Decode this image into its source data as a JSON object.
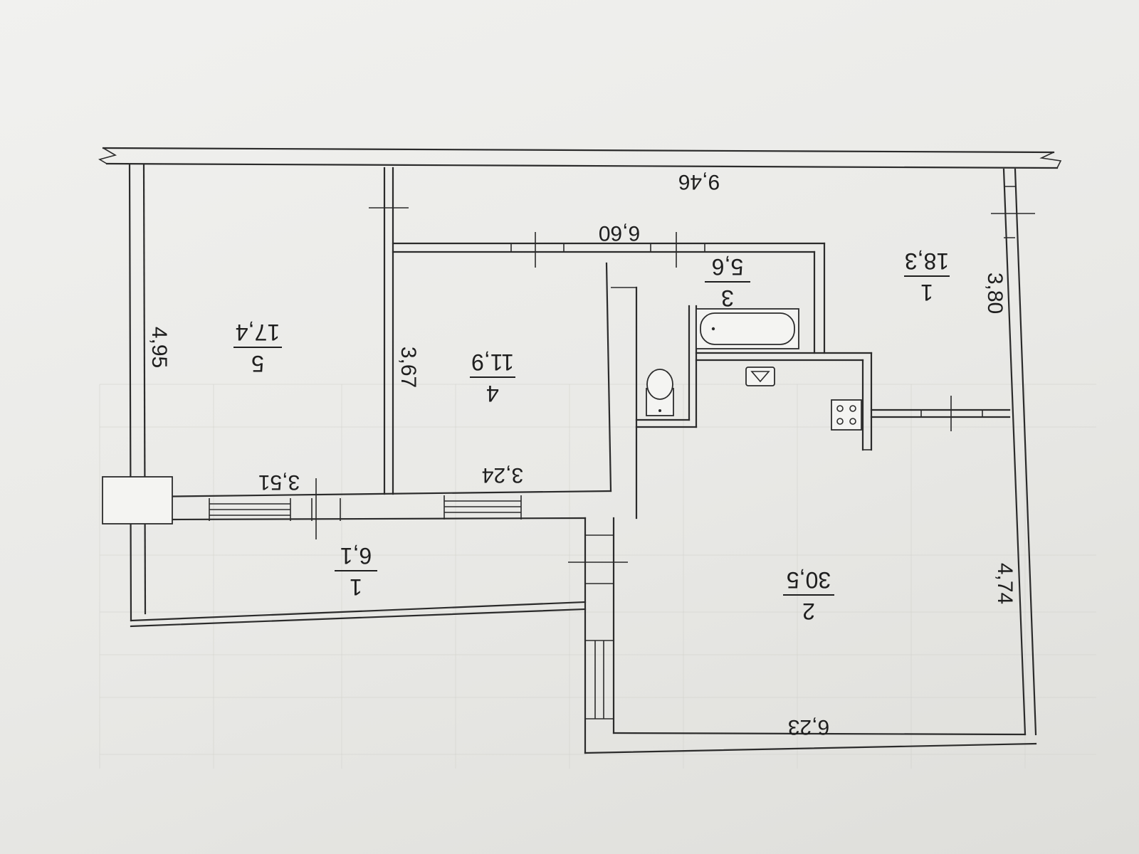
{
  "plan": {
    "rooms": [
      {
        "id": "room-1-upper",
        "number": "1",
        "area": "18,3"
      },
      {
        "id": "room-2",
        "number": "2",
        "area": "30,5"
      },
      {
        "id": "room-3",
        "number": "3",
        "area": "5,6"
      },
      {
        "id": "room-4",
        "number": "4",
        "area": "11,9"
      },
      {
        "id": "room-5",
        "number": "5",
        "area": "17,4"
      },
      {
        "id": "room-1-lower",
        "number": "1",
        "area": "6,1"
      }
    ],
    "dimensions": [
      {
        "id": "dim-9-46",
        "value": "9,46"
      },
      {
        "id": "dim-6-60",
        "value": "6,60"
      },
      {
        "id": "dim-3-80",
        "value": "3,80"
      },
      {
        "id": "dim-4-95",
        "value": "4,95"
      },
      {
        "id": "dim-3-67",
        "value": "3,67"
      },
      {
        "id": "dim-3-51",
        "value": "3,51"
      },
      {
        "id": "dim-3-24",
        "value": "3,24"
      },
      {
        "id": "dim-4-74",
        "value": "4,74"
      },
      {
        "id": "dim-6-23",
        "value": "6,23"
      }
    ],
    "fixtures": [
      "bathtub-icon",
      "toilet-icon",
      "sink-icon",
      "stove-icon"
    ]
  }
}
